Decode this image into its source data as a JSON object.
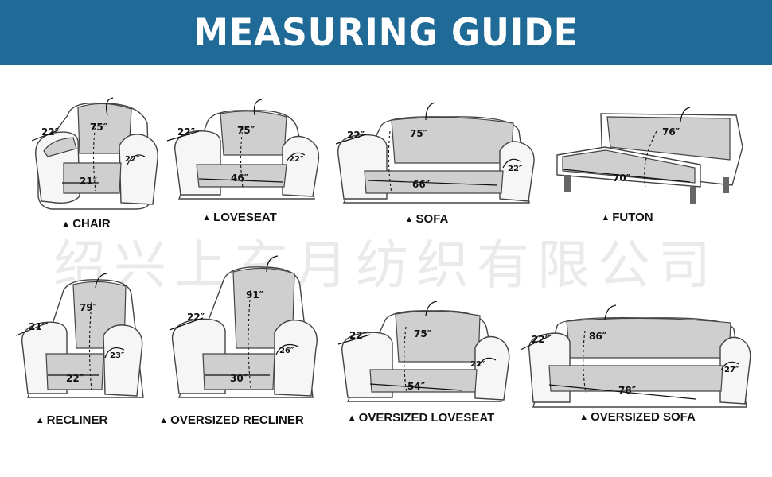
{
  "header": {
    "title": "MEASURING GUIDE"
  },
  "watermark": "绍兴上玄月纺织有限公司",
  "marker": "▲",
  "items": [
    {
      "name": "CHAIR",
      "back": "75″",
      "arm": "22″",
      "side": "22″",
      "seat": "21″"
    },
    {
      "name": "LOVESEAT",
      "back": "75″",
      "arm": "22″",
      "side": "22″",
      "seat": "46″"
    },
    {
      "name": "SOFA",
      "back": "75″",
      "arm": "22″",
      "side": "22″",
      "seat": "66″"
    },
    {
      "name": "FUTON",
      "back": "76″",
      "seat": "70″"
    },
    {
      "name": "RECLINER",
      "back": "79″",
      "arm": "21″",
      "side": "23″",
      "seat": "22″"
    },
    {
      "name": "OVERSIZED RECLINER",
      "back": "91″",
      "arm": "22″",
      "side": "26″",
      "seat": "30″"
    },
    {
      "name": "OVERSIZED LOVESEAT",
      "back": "75″",
      "arm": "22″",
      "side": "22″",
      "seat": "54″"
    },
    {
      "name": "OVERSIZED SOFA",
      "back": "86″",
      "arm": "22″",
      "side": "27″",
      "seat": "78″"
    }
  ]
}
